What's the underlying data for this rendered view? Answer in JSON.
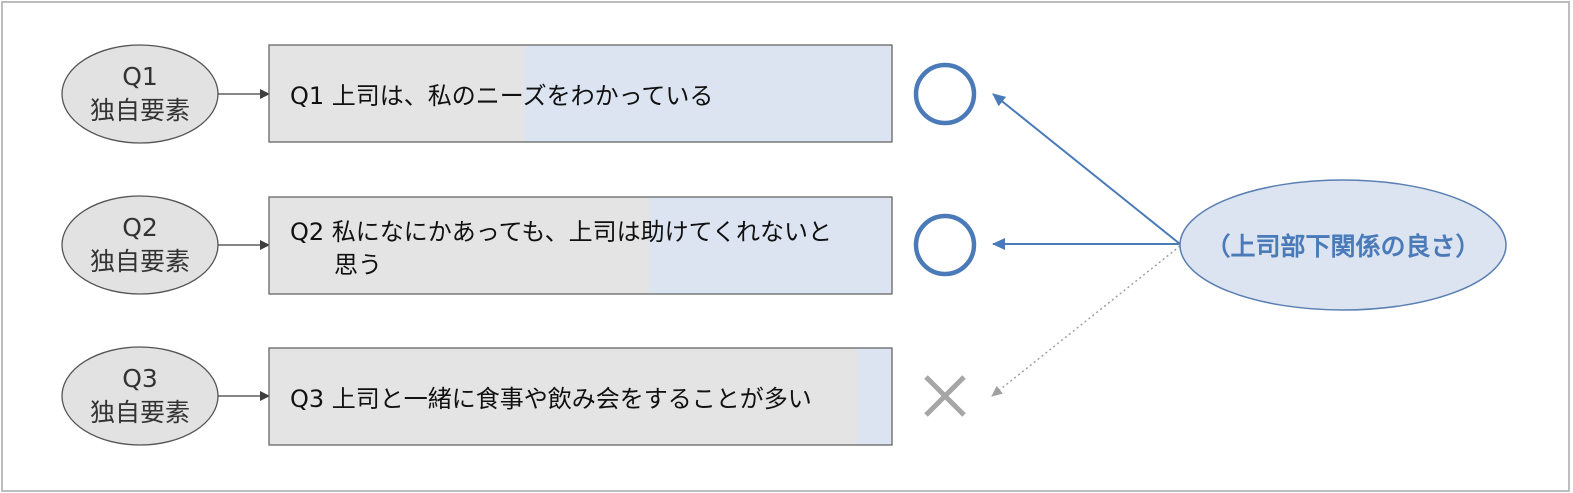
{
  "questions": [
    {
      "node_line1": "Q1",
      "node_line2": "独自要素",
      "line1": "Q1 上司は、私のニーズをわかっている",
      "line2": "",
      "highlight_fraction": 0.59,
      "mark": "circle"
    },
    {
      "node_line1": "Q2",
      "node_line2": "独自要素",
      "line1": "Q2 私になにかあっても、上司は助けてくれないと",
      "line2": "思う",
      "highlight_fraction": 0.39,
      "mark": "circle"
    },
    {
      "node_line1": "Q3",
      "node_line2": "独自要素",
      "line1": "Q3 上司と一緒に食事や飲み会をすることが多い",
      "line2": "",
      "highlight_fraction": 0.055,
      "mark": "cross"
    }
  ],
  "factor": {
    "label": "（上司部下関係の良さ）"
  },
  "colors": {
    "node_fill": "#e2e2e2",
    "box_gray": "#e4e4e4",
    "box_blue": "#dbe4f0",
    "accent": "#4a7ab8",
    "cross": "#a6a6a6",
    "factor_fill": "#dbe4f0",
    "factor_border": "#5b7fb3"
  }
}
